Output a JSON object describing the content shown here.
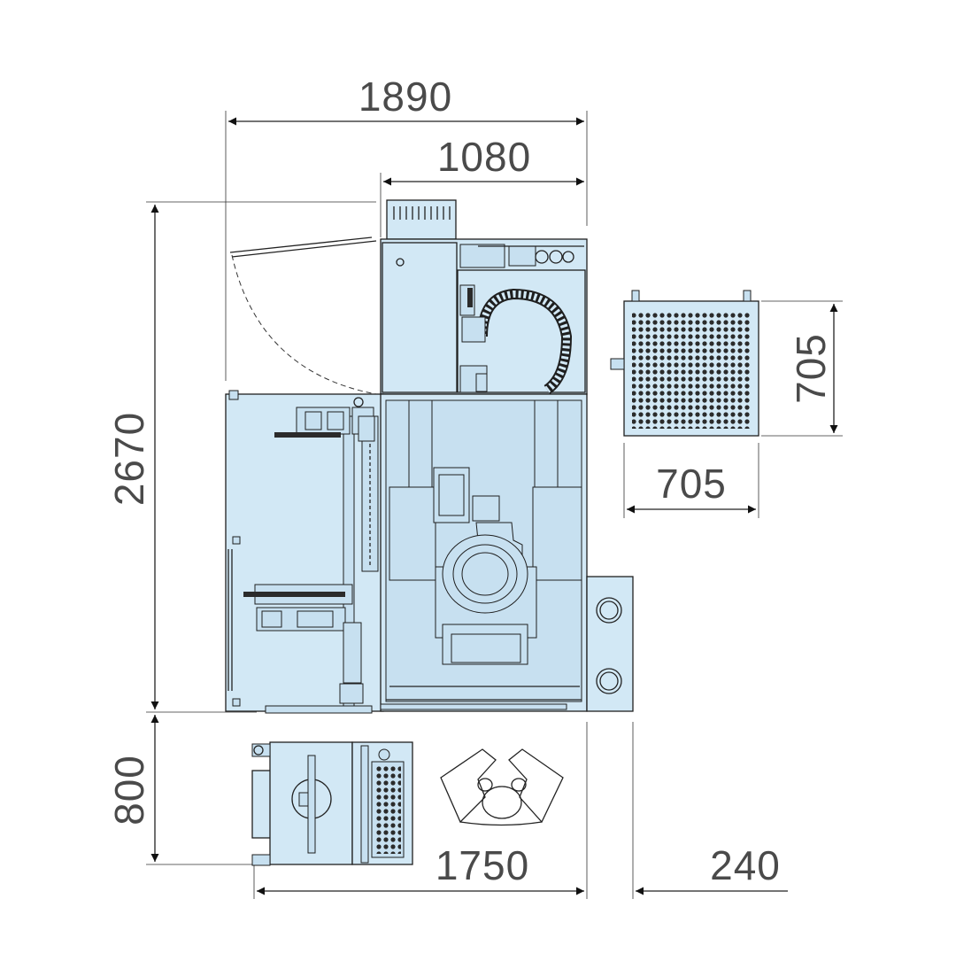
{
  "dimensions": {
    "overall_width": "1890",
    "machine_width": "1080",
    "overall_depth": "2670",
    "chiller_depth": "705",
    "chiller_width": "705",
    "operator_depth": "800",
    "console_width": "1750",
    "side_width": "240"
  },
  "colors": {
    "body_fill": "#d2e8f5",
    "outline": "#1f1f1f",
    "dimension_text": "#4a4a4a"
  },
  "icons": [
    "operator-icon",
    "monitor-icon",
    "keyboard-icon",
    "vent-grille-icon"
  ]
}
